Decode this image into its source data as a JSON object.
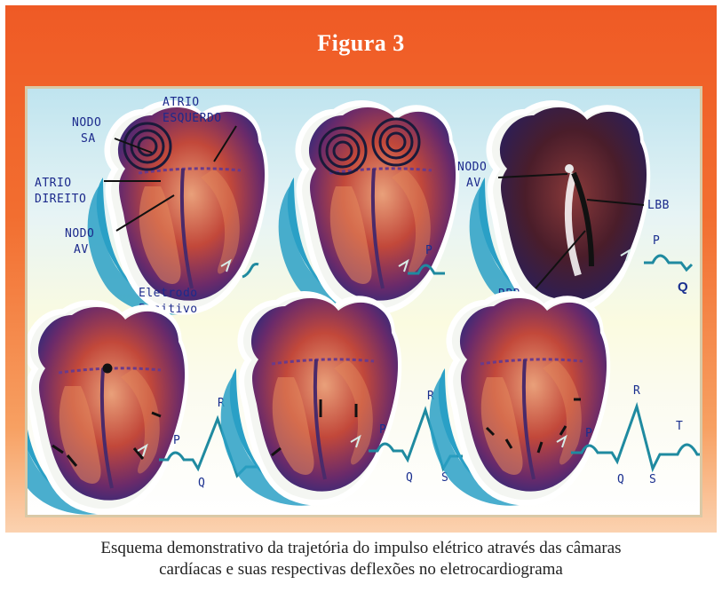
{
  "figure": {
    "title": "Figura 3",
    "caption_line1": "Esquema demonstrativo da trajetória do impulso elétrico através das câmaras",
    "caption_line2": "cardíacas e suas respectivas deflexões no eletrocardiograma"
  },
  "labels": {
    "atrio_esquerdo_1": "ATRIO",
    "atrio_esquerdo_2": "ESQUERDO",
    "nodo_sa_1": "NODO",
    "nodo_sa_2": "SA",
    "atrio_direito_1": "ATRIO",
    "atrio_direito_2": "DIREITO",
    "nodo_av_1": "NODO",
    "nodo_av_2": "AV",
    "eletrodo_1": "Eletrodo",
    "eletrodo_2": "Positivo",
    "nodo_av_b1": "NODO",
    "nodo_av_b2": "AV",
    "lbb": "LBB",
    "rbb": "RBB"
  },
  "waves": {
    "p2": "P",
    "p3": "P",
    "q3": "Q",
    "p4": "P",
    "r4": "R",
    "q4": "Q",
    "p5": "P",
    "r5": "R",
    "q5": "Q",
    "s5": "S",
    "p6": "P",
    "r6": "R",
    "q6": "Q",
    "s6": "S",
    "t6": "T"
  },
  "colors": {
    "frame": "#ef5a25",
    "heart_outer": "#3a2f8a",
    "heart_inner": "#c24a3a",
    "shadow": "#2aa0c6",
    "label": "#1c2a8c"
  }
}
